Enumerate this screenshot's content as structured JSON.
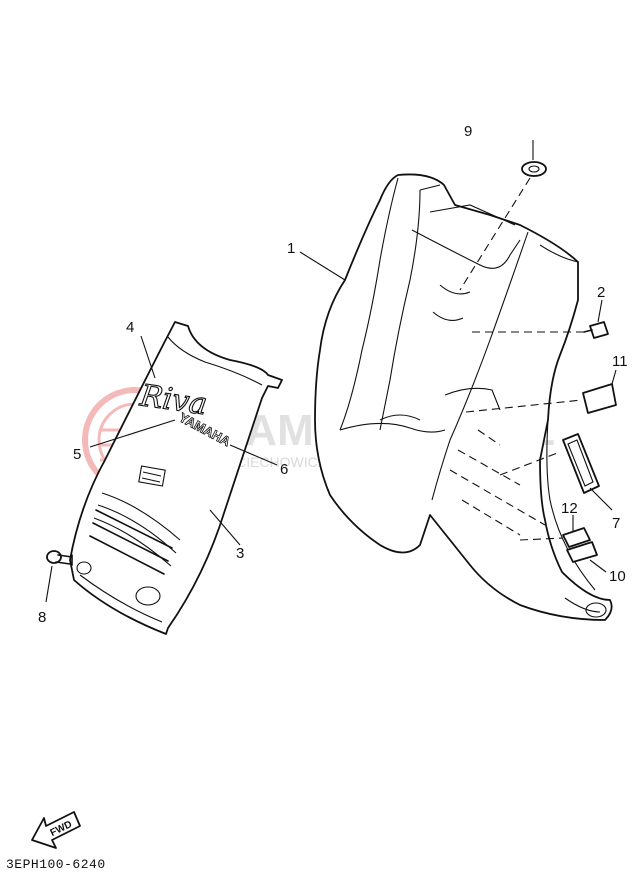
{
  "diagram": {
    "code": "3EPH100-6240",
    "fwd_label": "FWD",
    "watermark": {
      "title": "YAMASKLEP.PL",
      "subtitle": "WOJCIECHOWICZ | DEALER YAMAHA"
    },
    "logo_text": "Riva",
    "emblem_text": "YAMAHA",
    "callouts": [
      "1",
      "2",
      "3",
      "4",
      "5",
      "6",
      "7",
      "8",
      "9",
      "10",
      "11",
      "12"
    ]
  }
}
